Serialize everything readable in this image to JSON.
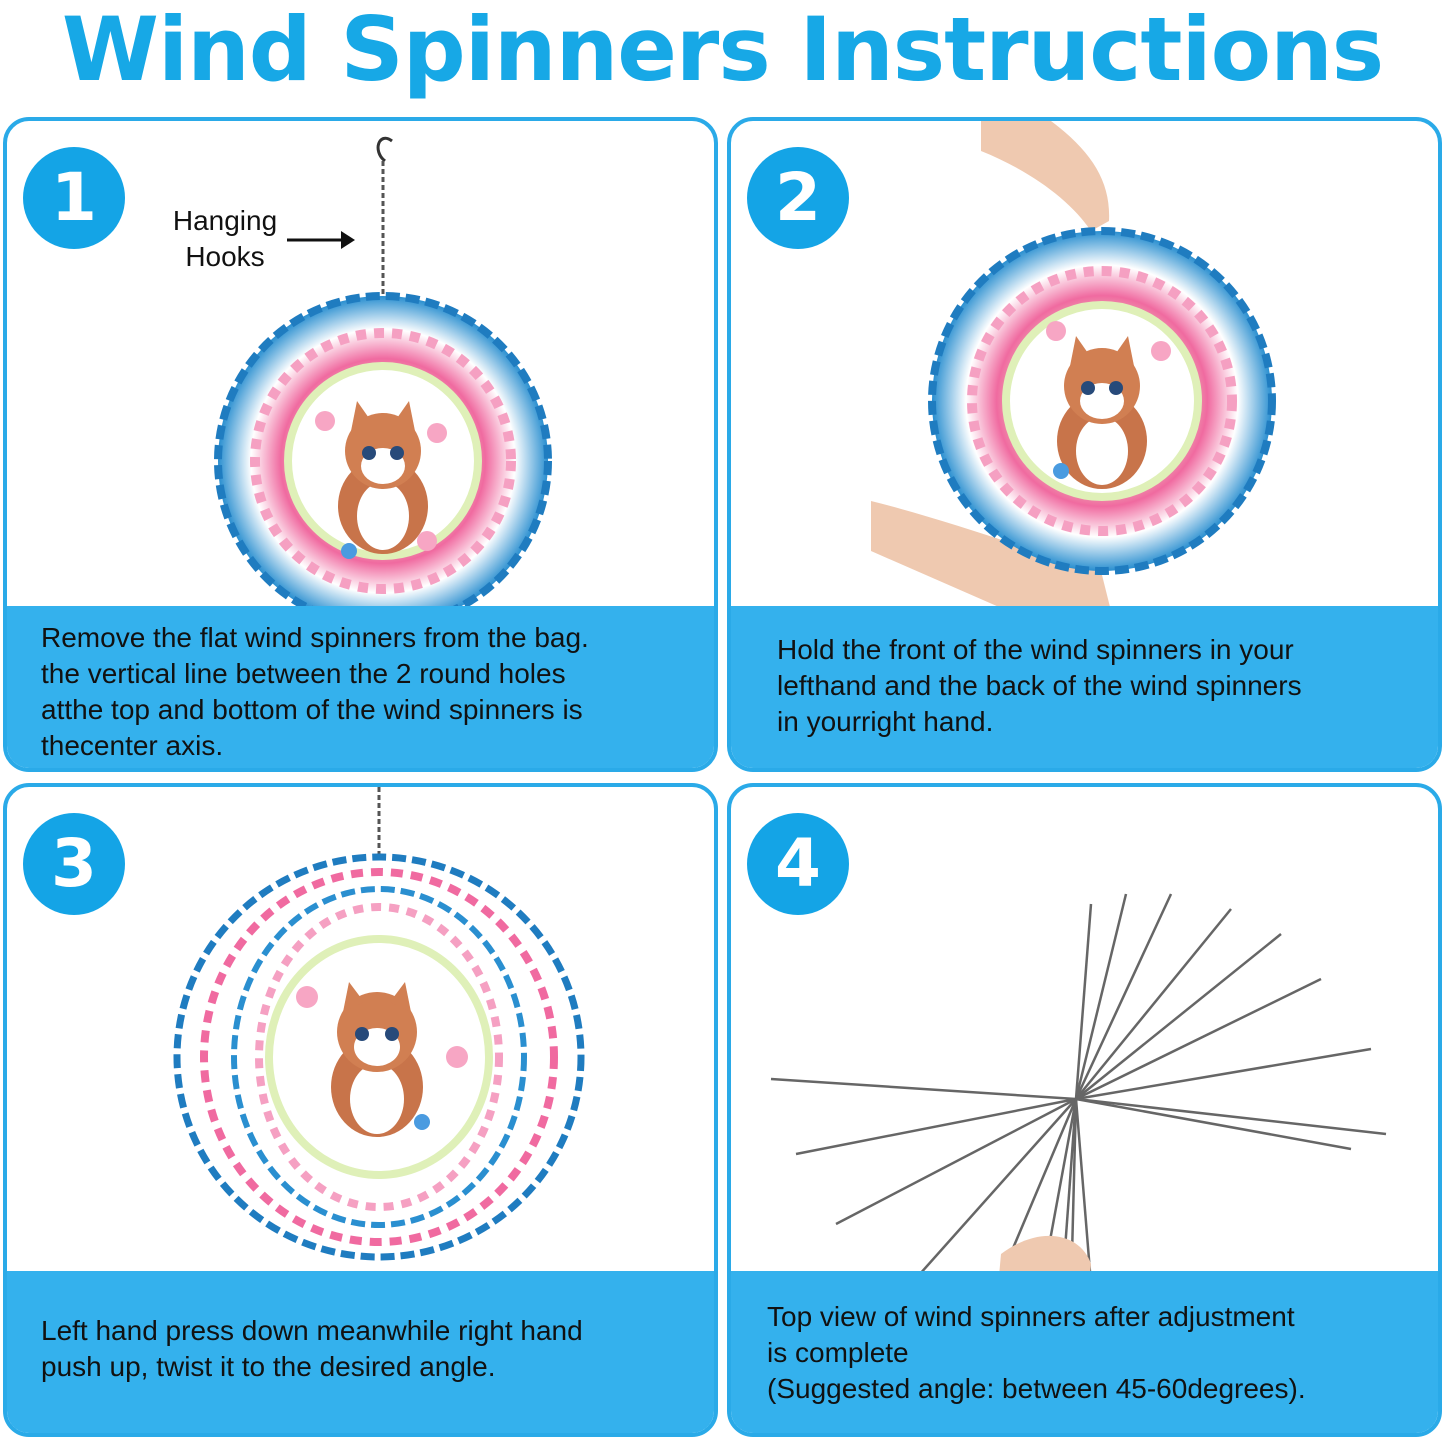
{
  "title": "Wind Spinners Instructions",
  "colors": {
    "accent": "#17a8e6",
    "caption_bg": "#34b1ed",
    "border": "#2aaae8"
  },
  "steps": [
    {
      "number": "1",
      "label_line1": "Hanging",
      "label_line2": "Hooks",
      "lines": [
        "Remove the flat wind spinners from the bag.",
        "the vertical line between the 2 round holes",
        "atthe top and bottom of the wind spinners is",
        "thecenter axis."
      ]
    },
    {
      "number": "2",
      "lines": [
        "Hold the front of the wind spinners in your",
        "lefthand and the back of the wind spinners",
        "in yourright hand."
      ]
    },
    {
      "number": "3",
      "lines": [
        "Left hand press down meanwhile right hand",
        "push up, twist it to the desired angle."
      ]
    },
    {
      "number": "4",
      "lines": [
        "Top view of wind spinners after adjustment",
        "is complete",
        "(Suggested angle: between 45-60degrees)."
      ]
    }
  ]
}
